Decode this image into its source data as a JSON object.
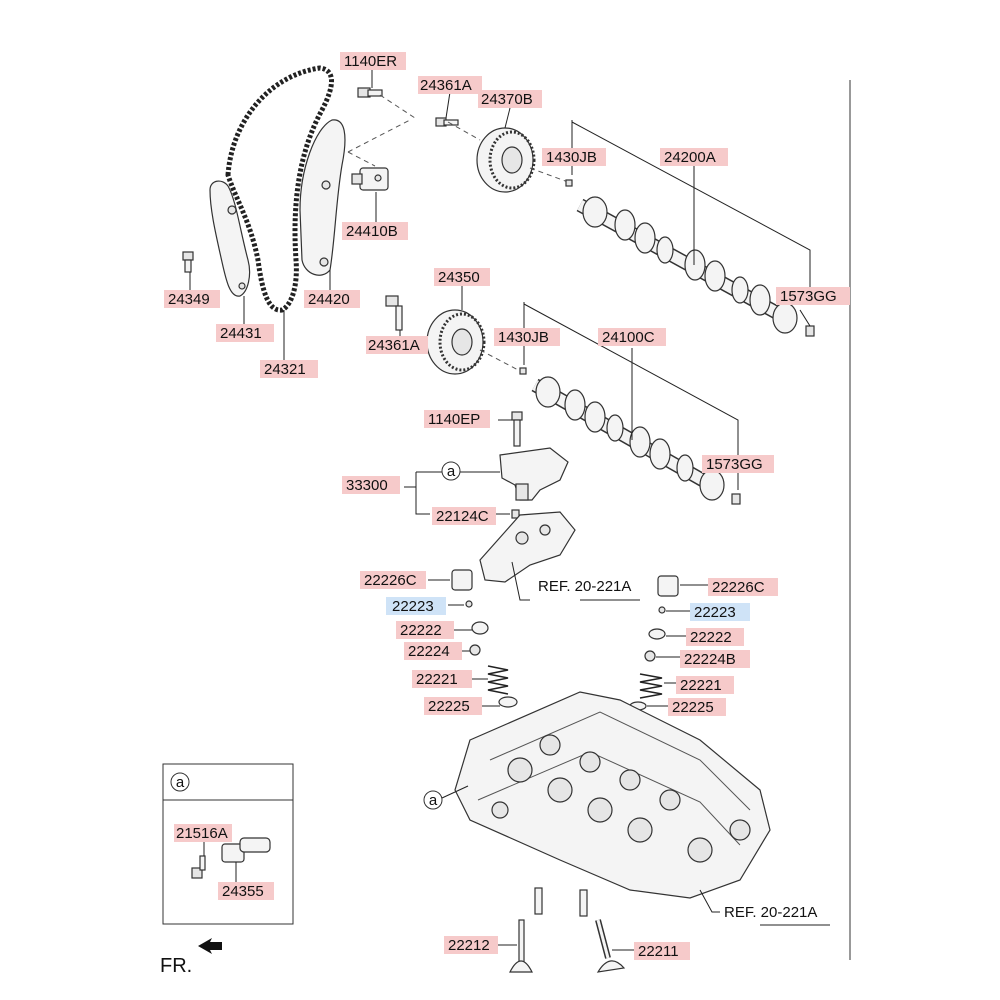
{
  "labels": {
    "p1140ER": "1140ER",
    "p24361A_top": "24361A",
    "p24370B": "24370B",
    "p1430JB_top": "1430JB",
    "p24200A": "24200A",
    "p24410B": "24410B",
    "p1573GG_top": "1573GG",
    "p24349": "24349",
    "p24420": "24420",
    "p24431": "24431",
    "p24321": "24321",
    "p24350": "24350",
    "p24361A_mid": "24361A",
    "p1430JB_mid": "1430JB",
    "p24100C": "24100C",
    "p1140EP": "1140EP",
    "p1573GG_mid": "1573GG",
    "p33300": "33300",
    "p22124C": "22124C",
    "p22226C_left": "22226C",
    "p22226C_right": "22226C",
    "p22223_left": "22223",
    "p22223_right": "22223",
    "p22222_left": "22222",
    "p22222_right": "22222",
    "p22224": "22224",
    "p22224B": "22224B",
    "p22221_left": "22221",
    "p22221_right": "22221",
    "p22225_left": "22225",
    "p22225_right": "22225",
    "p21516A": "21516A",
    "p24355": "24355",
    "p22212": "22212",
    "p22211": "22211"
  },
  "refs": {
    "ref_upper": "REF. 20-221A",
    "ref_lower": "REF. 20-221A"
  },
  "markers": {
    "detail_a": "a",
    "callout_a_upper": "a",
    "callout_a_lower": "a"
  },
  "front_indicator": "FR.",
  "colors": {
    "label_highlight": "#f6caca",
    "label_highlight_blue": "#cfe3f7"
  }
}
